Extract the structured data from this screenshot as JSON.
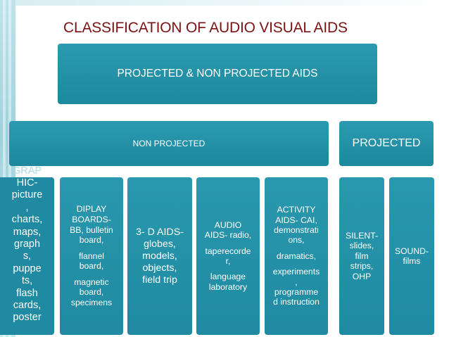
{
  "title": "CLASSIFICATION OF AUDIO VISUAL AIDS",
  "root": {
    "label": "PROJECTED & NON PROJECTED AIDS"
  },
  "branches": {
    "non_projected": "NON PROJECTED",
    "projected": "PROJECTED"
  },
  "leaves": {
    "graphic": {
      "overflow_text": "GRAP",
      "lines": [
        "HIC-",
        "picture",
        ",",
        "charts,",
        "maps,",
        "graph",
        "s,",
        "puppe",
        "ts,",
        "flash",
        "cards,",
        "poster"
      ]
    },
    "display_boards": {
      "lines": [
        "DIPLAY",
        "BOARDS-",
        "BB, bulletin",
        "board,",
        "flannel",
        "board,",
        "magnetic",
        "board,",
        "specimens"
      ]
    },
    "three_d": {
      "lines": [
        "3- D AIDS-",
        "globes,",
        "models,",
        "objects,",
        "field trip"
      ]
    },
    "audio": {
      "lines": [
        "AUDIO",
        "AIDS- radio,",
        "taperecorde",
        "r,",
        "language",
        "laboratory"
      ]
    },
    "activity": {
      "lines": [
        "ACTIVITY",
        "AIDS- CAI,",
        "demonstrati",
        "ons,",
        "dramatics,",
        "experiments",
        ",",
        "programme",
        "d instruction"
      ]
    },
    "silent": {
      "lines": [
        "SILENT-",
        "slides,",
        "film",
        "strips,",
        "OHP"
      ]
    },
    "sound": {
      "lines": [
        "SOUND-",
        "films"
      ]
    }
  },
  "colors": {
    "title": "#7a1313",
    "box": "#1f8aa1",
    "box_text": "#ffffff"
  }
}
